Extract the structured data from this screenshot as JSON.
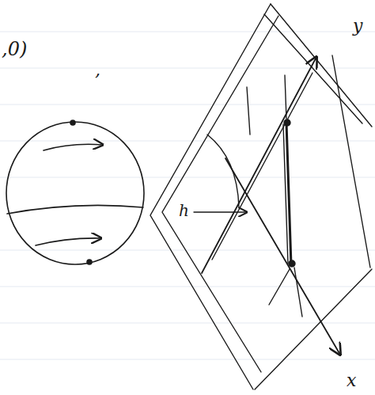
{
  "diagram": {
    "labels": [
      ",0)",
      ",",
      "h",
      "y",
      "x"
    ]
  }
}
